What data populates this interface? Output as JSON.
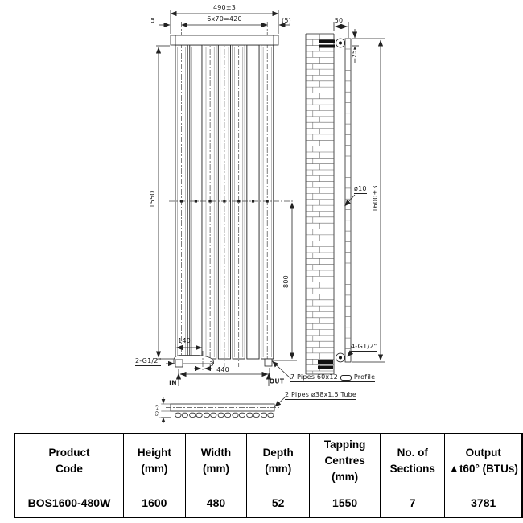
{
  "meta": {
    "title": "Vertical designer radiator technical drawing with specification table",
    "ink_color": "#1a1a1a",
    "background_color": "#ffffff"
  },
  "drawing": {
    "front_view": {
      "dim_overall_width": "490±3",
      "dim_panel_pitch": "6x70=420",
      "dim_gap_left": "5",
      "dim_gap_right": "(5)",
      "dim_panel_height": "1550",
      "dim_lower_span": "800",
      "dim_valve_centre": "140",
      "dim_offset": "3",
      "dim_connection_centres": "440",
      "inlet_label": "IN",
      "outlet_label": "OUT",
      "bottom_connections_label": "2-G1/2\"",
      "profile_pipes_label_prefix": "7 Pipes 60x12",
      "profile_pipes_label_suffix": "Profile",
      "tube_pipes_label": "2 Pipes ø38x1.5 Tube",
      "dim_section_depth": "52±2"
    },
    "side_view": {
      "dim_bracket_offset": "50",
      "dim_top_to_bracket": "25",
      "dim_hole_diameter": "ø10",
      "dim_overall_height": "1600±3",
      "side_connections_label": "4-G1/2\""
    }
  },
  "table": {
    "columns": [
      {
        "header_lines": [
          "Product",
          "Code"
        ],
        "value": "BOS1600-480W"
      },
      {
        "header_lines": [
          "Height",
          "(mm)"
        ],
        "value": "1600"
      },
      {
        "header_lines": [
          "Width",
          "(mm)"
        ],
        "value": "480"
      },
      {
        "header_lines": [
          "Depth",
          "(mm)"
        ],
        "value": "52"
      },
      {
        "header_lines": [
          "Tapping",
          "Centres",
          "(mm)"
        ],
        "value": "1550"
      },
      {
        "header_lines": [
          "No. of",
          "Sections"
        ],
        "value": "7"
      },
      {
        "header_lines": [
          "Output",
          "▲t60° (BTUs)"
        ],
        "value": "3781"
      }
    ]
  }
}
